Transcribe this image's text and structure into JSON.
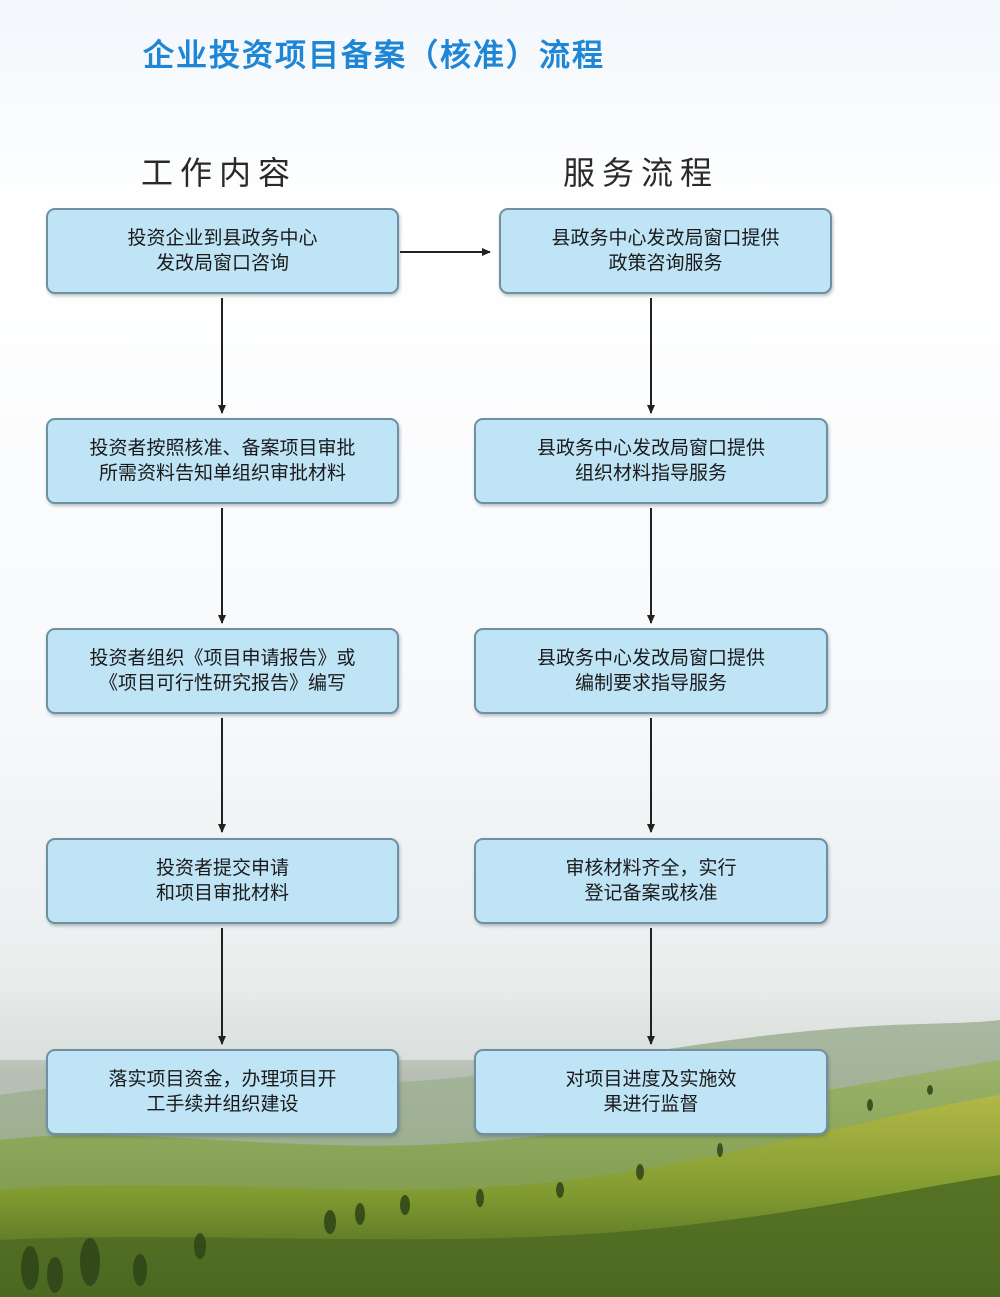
{
  "title": "企业投资项目备案（核准）流程",
  "columns": {
    "left": "工作内容",
    "right": "服务流程"
  },
  "left_steps": [
    {
      "line1": "投资企业到县政务中心",
      "line2": "发改局窗口咨询"
    },
    {
      "line1": "投资者按照核准、备案项目审批",
      "line2": "所需资料告知单组织审批材料"
    },
    {
      "line1": "投资者组织《项目申请报告》或",
      "line2": "《项目可行性研究报告》编写"
    },
    {
      "line1": "投资者提交申请",
      "line2": "和项目审批材料"
    },
    {
      "line1": "落实项目资金，办理项目开",
      "line2": "工手续并组织建设"
    }
  ],
  "right_steps": [
    {
      "line1": "县政务中心发改局窗口提供",
      "line2": "政策咨询服务"
    },
    {
      "line1": "县政务中心发改局窗口提供",
      "line2": "组织材料指导服务"
    },
    {
      "line1": "县政务中心发改局窗口提供",
      "line2": "编制要求指导服务"
    },
    {
      "line1": "审核材料齐全，实行",
      "line2": "登记备案或核准"
    },
    {
      "line1": "对项目进度及实施效",
      "line2": "果进行监督"
    }
  ],
  "colors": {
    "title": "#1f86d6",
    "box_fill": "#bfe4f6",
    "box_border": "#6f8fa3",
    "arrow": "#222222"
  }
}
